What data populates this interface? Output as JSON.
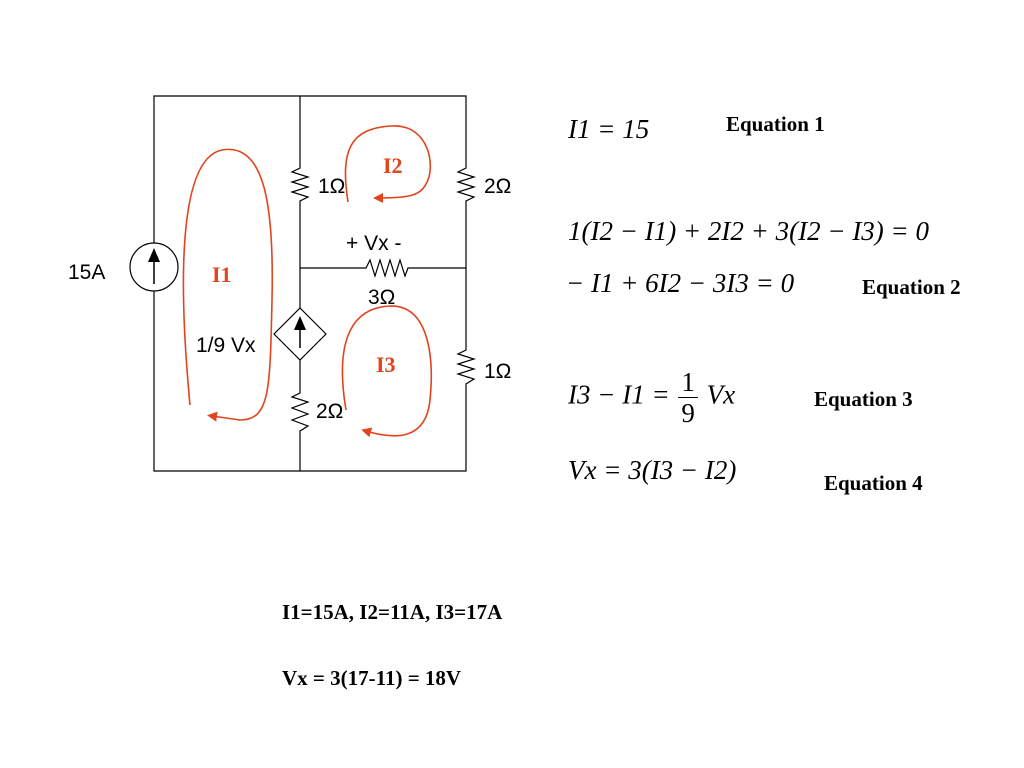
{
  "circuit": {
    "source_label": "15A",
    "dep_source_label": "1/9 Vx",
    "r_top_middle": "1Ω",
    "r_top_right": "2Ω",
    "r_middle": "3Ω",
    "vx_label": "+ Vx -",
    "r_bottom_middle": "2Ω",
    "r_bottom_right": "1Ω",
    "loops": [
      "I1",
      "I2",
      "I3"
    ]
  },
  "equations": [
    {
      "lines": [
        "I1 = 15"
      ],
      "name": "Equation 1"
    },
    {
      "lines": [
        "1(I2 − I1) + 2I2 + 3(I2 − I3) = 0",
        "− I1 + 6I2 − 3I3 = 0"
      ],
      "name": "Equation 2"
    },
    {
      "lines": [
        "I3 − I1 =",
        "1",
        "9",
        "Vx"
      ],
      "name": "Equation 3"
    },
    {
      "lines": [
        "Vx = 3(I3 − I2)"
      ],
      "name": "Equation 4"
    }
  ],
  "results": {
    "currents": "I1=15A, I2=11A, I3=17A",
    "vx": "Vx = 3(17-11) = 18V"
  },
  "colors": {
    "wire": "#000000",
    "loop": "#e0451e"
  }
}
